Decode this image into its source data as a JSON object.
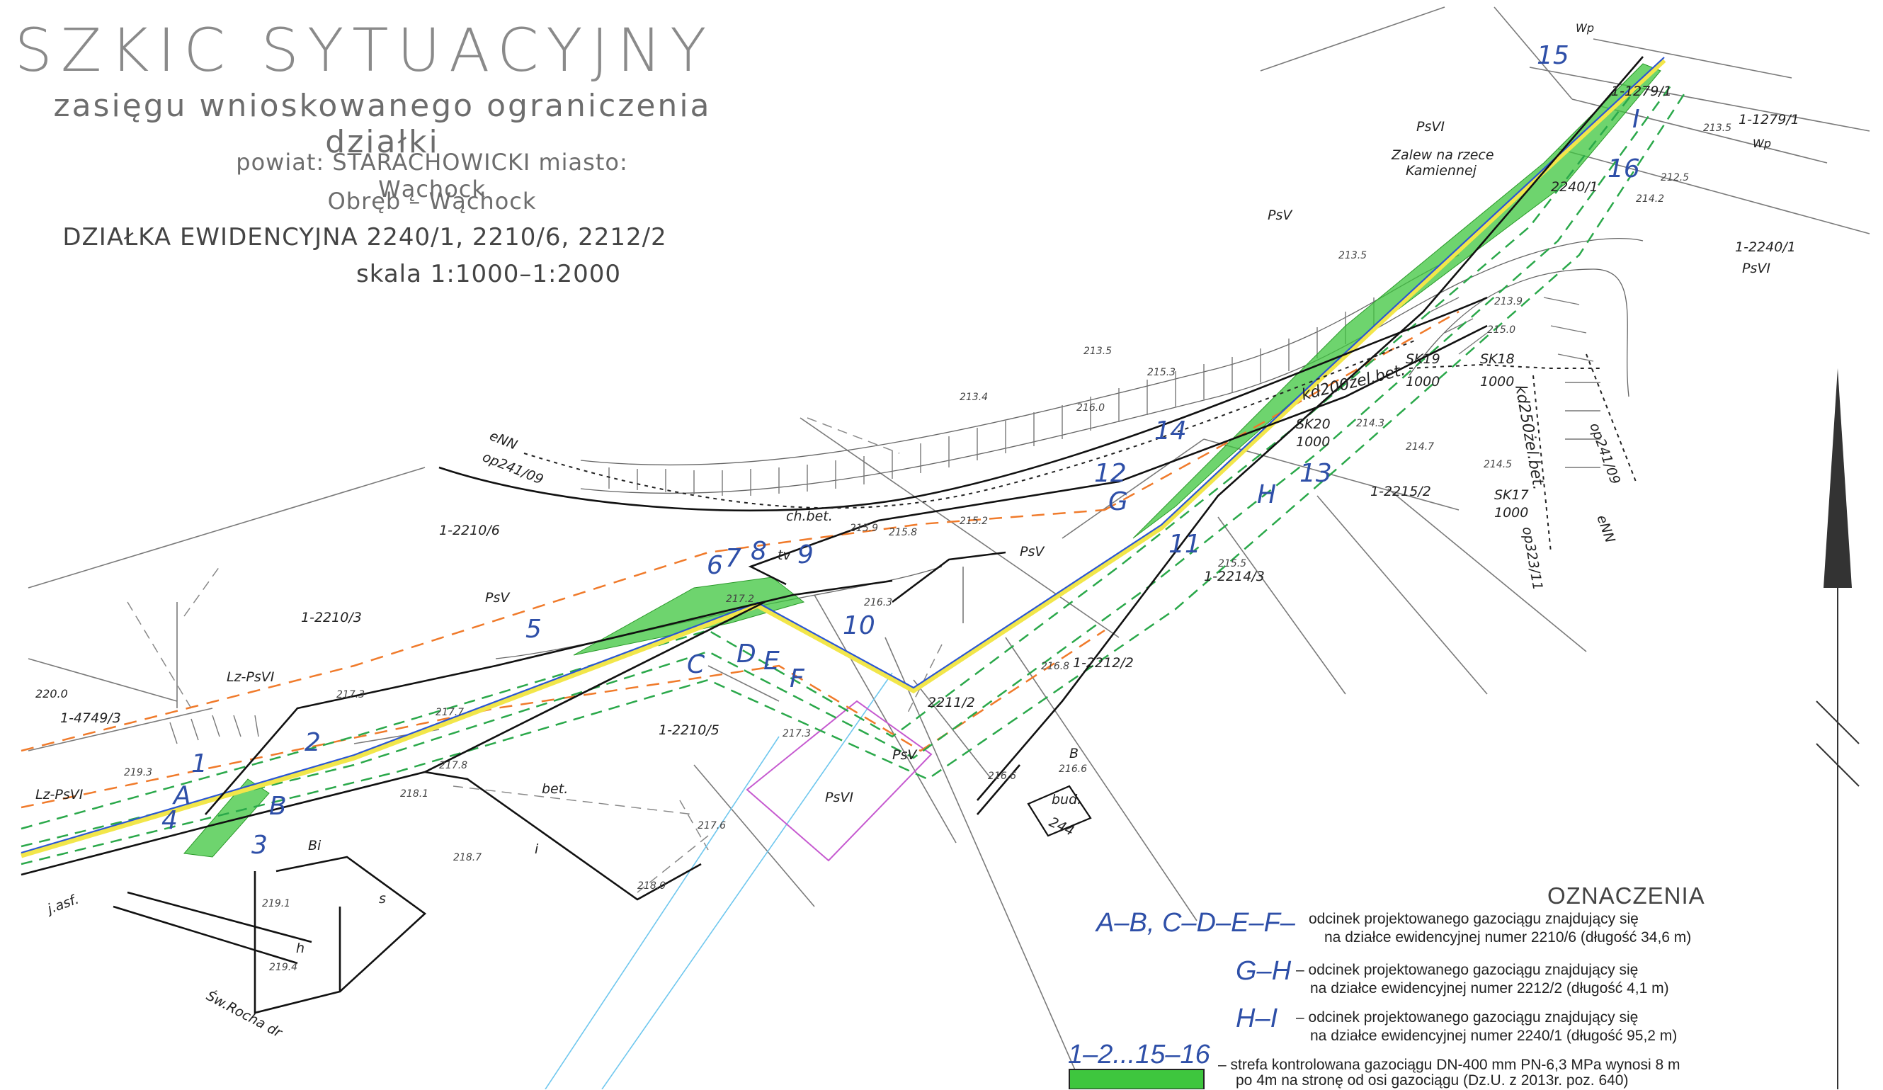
{
  "title": {
    "line1": "SZKIC   SYTUACYJNY",
    "line2": "zasięgu wnioskowanego ograniczenia działki",
    "line3": "powiat:  STARACHOWICKI   miasto: Wąchock",
    "line4": "Obręb  –  Wąchock",
    "line5": "DZIAŁKA EWIDENCYJNA 2240/1, 2210/6, 2212/2",
    "line6": "skala 1:1000–1:2000"
  },
  "legend": {
    "title": "OZNACZENIA",
    "items": [
      {
        "key": "A–B,  C–D–E–F–",
        "text1": "odcinek projektowanego gazociągu znajdujący się",
        "text2": "na działce ewidencyjnej numer 2210/6 (długość 34,6 m)"
      },
      {
        "key": "G–H",
        "text1": "–  odcinek projektowanego gazociągu znajdujący się",
        "text2": "na działce ewidencyjnej numer 2212/2 (długość 4,1 m)"
      },
      {
        "key": "H–I",
        "text1": "–  odcinek projektowanego gazociągu znajdujący się",
        "text2": "na działce ewidencyjnej numer 2240/1 (długość 95,2 m)"
      },
      {
        "key": "1–2...15–16",
        "text1": "–  strefa kontrolowana gazociągu DN-400 mm PN-6,3 MPa wynosi 8 m",
        "text2": "po 4m na stronę od osi gazociągu (Dz.U. z 2013r. poz. 640)"
      }
    ],
    "zone_color": "#3ec63e"
  },
  "points": {
    "p1": "1",
    "p2": "2",
    "p3": "3",
    "p4": "4",
    "p5": "5",
    "p6": "6",
    "p7": "7",
    "p8": "8",
    "p9": "9",
    "p10": "10",
    "p11": "11",
    "p12": "12",
    "p13": "13",
    "p14": "14",
    "p15": "15",
    "p16": "16",
    "A": "A",
    "B": "B",
    "C": "C",
    "D": "D",
    "E": "E",
    "F": "F",
    "G": "G",
    "H": "H",
    "I": "I"
  },
  "labels": {
    "l_psvi_top": "PsVI",
    "l_wp1": "Wp",
    "l_1279_1": "1-1279/1",
    "l_wp2": "Wp",
    "l_1279_1b": "1-1279/1",
    "l_zalew1": "Zalew na rzece",
    "l_zalew2": "Kamiennej",
    "l_psv1": "PsV",
    "l_2240_1": "2240/1",
    "l_1_2240_1": "1-2240/1",
    "l_psvi2": "PsVI",
    "l_sk19": "SK19",
    "l_sk18": "SK18",
    "l_sk19v": "1000",
    "l_sk18v": "1000",
    "l_kd200": "kd200żel.bet.",
    "l_sk20": "SK20",
    "l_sk20v": "1000",
    "l_kd250": "kd250żel.bet.",
    "l_sk17": "SK17",
    "l_sk17v": "1000",
    "l_op241": "op241/09",
    "l_enn": "eNN",
    "l_op323": "op323/11",
    "l_op241b": "op241/09",
    "l_ennb": "eNN",
    "l_2215_2": "1-2215/2",
    "l_2214_3": "1-2214/3",
    "l_2210_6": "1-2210/6",
    "l_chbet": "ch.bet.",
    "l_tv": "tv",
    "l_psv2": "PsV",
    "l_psv3": "PsV",
    "l_2210_3": "1-2210/3",
    "l_lzpsvi": "Lz-PsVI",
    "l_2210_5": "1-2210/5",
    "l_2212_2": "1-2212/2",
    "l_2211_2": "2211/2",
    "l_psv4": "PsV",
    "l_psvi3": "PsVI",
    "l_4749_3": "1-4749/3",
    "l_220": "220.0",
    "l_lzpsvi2": "Lz-PsVI",
    "l_bi": "Bi",
    "l_bet": "bet.",
    "l_i": "i",
    "l_s": "s",
    "l_h": "h",
    "l_bud": "bud.",
    "l_244": "244",
    "l_b": "B",
    "l_jasf": "j.asf.",
    "l_rocha": "Św.Rocha dr",
    "e_2135": "213.5",
    "e_2142": "214.2",
    "e_2125": "212.5",
    "e_2134": "213.4",
    "e_2153": "215.3",
    "e_2160": "216.0",
    "e_2159": "215.9",
    "e_2147": "214.7",
    "e_2145": "214.5",
    "e_2158": "215.8",
    "e_2155": "215.5",
    "e_2163": "216.3",
    "e_2173": "217.3",
    "e_2177": "217.7",
    "e_2178": "217.8",
    "e_2181": "218.1",
    "e_2187": "218.7",
    "e_2176": "217.6",
    "e_2180": "218.0",
    "e_2191": "219.1",
    "e_2194": "219.4",
    "e_2166": "216.6",
    "e_2166b": "216.6",
    "e_2193": "219.3",
    "e_2172": "217.2",
    "e_2152": "215.2",
    "e_2150": "215.0",
    "e_2139": "213.9",
    "e_2143": "214.3",
    "e_2168": "216.8"
  }
}
